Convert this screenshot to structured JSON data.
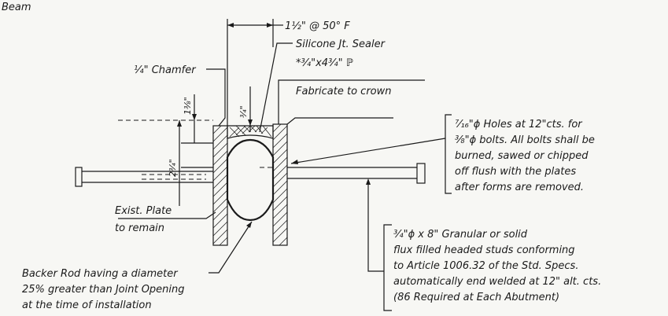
{
  "labels": {
    "top_left": "Beam",
    "gap_dim": "1½\" @ 50° F",
    "sealer": "Silicone Jt. Sealer",
    "plate": "*¾\"x4¾\" ℙ",
    "fabricate": "Fabricate to crown",
    "chamfer": "¼\" Chamfer",
    "dim_13_8": "1⅜\"",
    "dim_3_4": "¾\"",
    "dim_2_3_4": "2¾\"",
    "holes_line1": "⁷⁄₁₆\"ϕ Holes at 12\"cts. for",
    "holes_line2": "⅜\"ϕ bolts. All bolts shall be",
    "holes_line3": "burned, sawed or chipped",
    "holes_line4": "off flush with the plates",
    "holes_line5": "after forms are removed.",
    "exist_line1": "Exist. Plate",
    "exist_line2": "to remain",
    "studs_line1": "¾\"ϕ x 8\" Granular or solid",
    "studs_line2": "flux filled headed studs conforming",
    "studs_line3": "to Article 1006.32 of the Std. Specs.",
    "studs_line4": "automatically end welded at 12\" alt. cts.",
    "studs_line5": "(86 Required at Each Abutment)",
    "backer_line1": "Backer Rod having a diameter",
    "backer_line2": "25% greater than Joint Opening",
    "backer_line3": "at the time of installation"
  },
  "colors": {
    "ink": "#1a1a1a",
    "paper": "#f7f7f4"
  }
}
